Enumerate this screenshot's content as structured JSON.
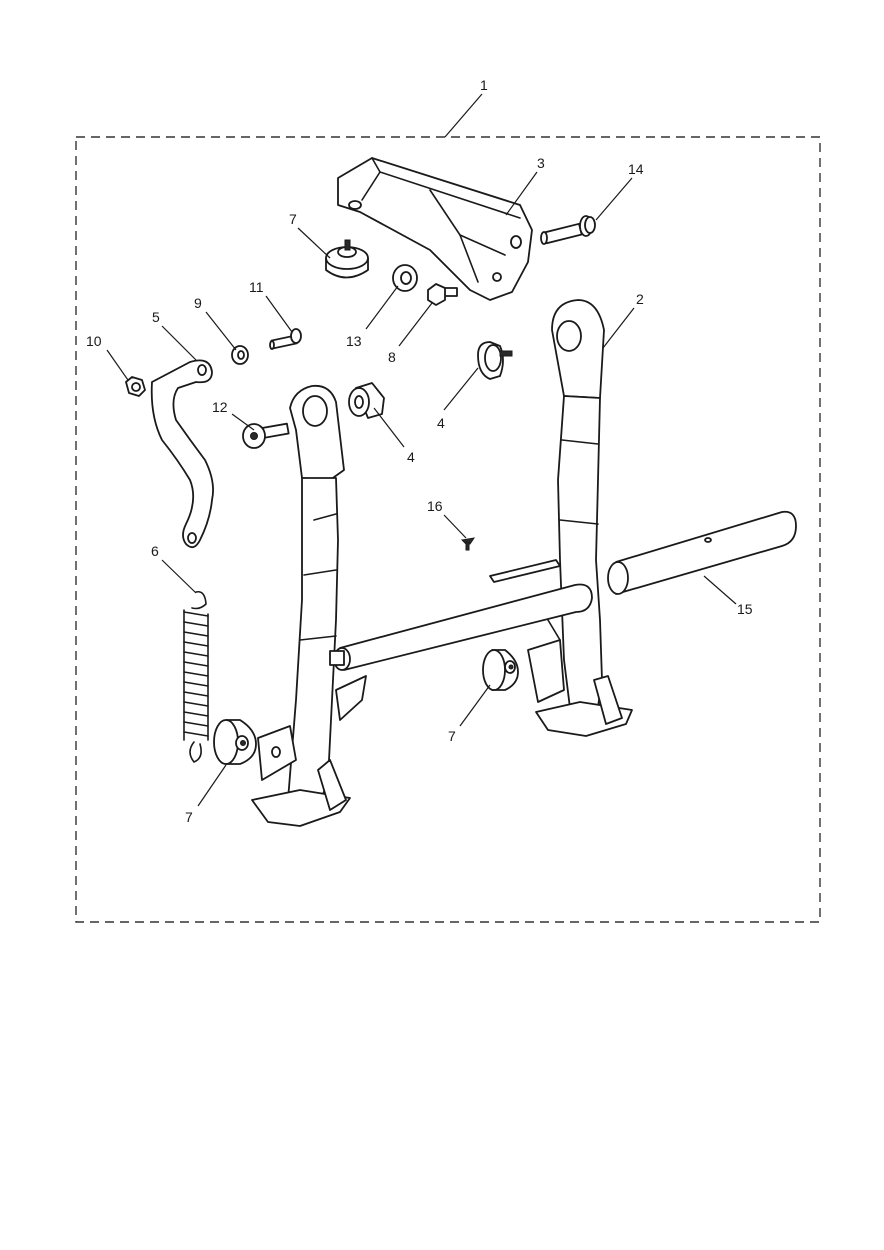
{
  "diagram": {
    "callouts": [
      {
        "id": "c1",
        "label": "1"
      },
      {
        "id": "c2",
        "label": "2"
      },
      {
        "id": "c3",
        "label": "3"
      },
      {
        "id": "c4a",
        "label": "4"
      },
      {
        "id": "c4b",
        "label": "4"
      },
      {
        "id": "c5",
        "label": "5"
      },
      {
        "id": "c6",
        "label": "6"
      },
      {
        "id": "c7a",
        "label": "7"
      },
      {
        "id": "c7b",
        "label": "7"
      },
      {
        "id": "c7c",
        "label": "7"
      },
      {
        "id": "c8",
        "label": "8"
      },
      {
        "id": "c9",
        "label": "9"
      },
      {
        "id": "c10",
        "label": "10"
      },
      {
        "id": "c11",
        "label": "11"
      },
      {
        "id": "c12",
        "label": "12"
      },
      {
        "id": "c13",
        "label": "13"
      },
      {
        "id": "c14",
        "label": "14"
      },
      {
        "id": "c15",
        "label": "15"
      },
      {
        "id": "c16",
        "label": "16"
      }
    ]
  }
}
